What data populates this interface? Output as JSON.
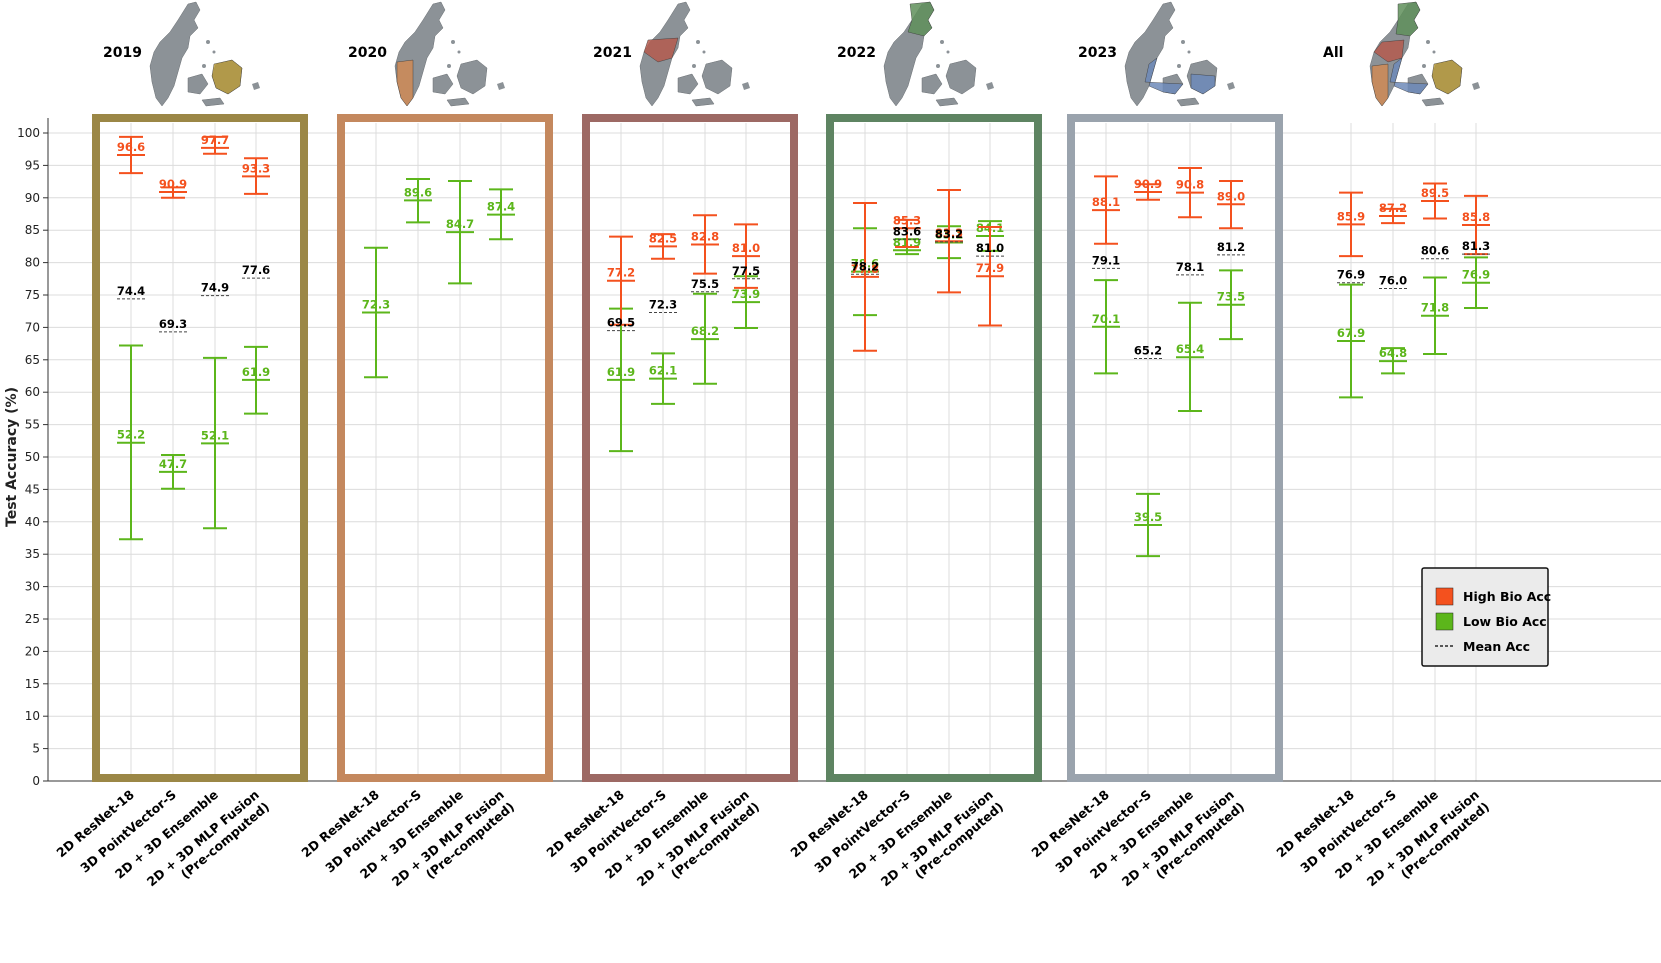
{
  "chart_data": {
    "type": "errorbar",
    "ylabel": "Test Accuracy (%)",
    "ylim": [
      0,
      100
    ],
    "yticks": [
      0,
      5,
      10,
      15,
      20,
      25,
      30,
      35,
      40,
      45,
      50,
      55,
      60,
      65,
      70,
      75,
      80,
      85,
      90,
      95,
      100
    ],
    "grid": true,
    "legend_position": "right",
    "methods": [
      "2D ResNet-18",
      "3D PointVector-S",
      "2D + 3D Ensemble",
      "2D + 3D MLP Fusion\n(Pre-computed)"
    ],
    "series": [
      {
        "key": "high",
        "name": "High Bio Acc",
        "color": "#f4511e"
      },
      {
        "key": "low",
        "name": "Low Bio Acc",
        "color": "#5cb61b"
      },
      {
        "key": "mean",
        "name": "Mean Acc",
        "color": "#000000"
      }
    ],
    "groups": [
      {
        "title": "2019",
        "frame_color": "#9b8746",
        "map_highlight": "#b79a3c",
        "entries": [
          {
            "high": {
              "v": 96.6,
              "lo": 93.8,
              "hi": 99.4,
              "label": "96.6"
            },
            "low": {
              "v": 52.2,
              "lo": 37.3,
              "hi": 67.2,
              "label": "52.2"
            },
            "mean": {
              "v": 74.4,
              "label": "74.4"
            }
          },
          {
            "high": {
              "v": 90.9,
              "lo": 90.0,
              "hi": 91.6,
              "label": "90.9"
            },
            "low": {
              "v": 47.7,
              "lo": 45.1,
              "hi": 50.3,
              "label": "47.7"
            },
            "mean": {
              "v": 69.3,
              "label": "69.3"
            }
          },
          {
            "high": {
              "v": 97.7,
              "lo": 96.8,
              "hi": 99.4,
              "label": "97.7"
            },
            "low": {
              "v": 52.1,
              "lo": 39.0,
              "hi": 65.3,
              "label": "52.1"
            },
            "mean": {
              "v": 74.9,
              "label": "74.9"
            }
          },
          {
            "high": {
              "v": 93.3,
              "lo": 90.6,
              "hi": 96.1,
              "label": "93.3"
            },
            "low": {
              "v": 61.9,
              "lo": 56.7,
              "hi": 67.0,
              "label": "61.9"
            },
            "mean": {
              "v": 77.6,
              "label": "77.6"
            }
          }
        ]
      },
      {
        "title": "2020",
        "frame_color": "#c4885e",
        "map_highlight": "#cf8a55",
        "entries": [
          {
            "high": null,
            "low": {
              "v": 72.3,
              "lo": 62.3,
              "hi": 82.3,
              "label": "72.3"
            },
            "mean": null
          },
          {
            "high": null,
            "low": {
              "v": 89.6,
              "lo": 86.2,
              "hi": 92.9,
              "label": "89.6"
            },
            "mean": null
          },
          {
            "high": null,
            "low": {
              "v": 84.7,
              "lo": 76.8,
              "hi": 92.6,
              "label": "84.7"
            },
            "mean": null
          },
          {
            "high": null,
            "low": {
              "v": 87.4,
              "lo": 83.6,
              "hi": 91.3,
              "label": "87.4"
            },
            "mean": null
          }
        ]
      },
      {
        "title": "2021",
        "frame_color": "#9d6964",
        "map_highlight": "#b45b4d",
        "entries": [
          {
            "high": {
              "v": 77.2,
              "lo": 70.4,
              "hi": 84.0,
              "label": "77.2"
            },
            "low": {
              "v": 61.9,
              "lo": 50.9,
              "hi": 72.9,
              "label": "61.9"
            },
            "mean": {
              "v": 69.5,
              "label": "69.5"
            }
          },
          {
            "high": {
              "v": 82.5,
              "lo": 80.6,
              "hi": 84.4,
              "label": "82.5"
            },
            "low": {
              "v": 62.1,
              "lo": 58.2,
              "hi": 66.0,
              "label": "62.1"
            },
            "mean": {
              "v": 72.3,
              "label": "72.3"
            }
          },
          {
            "high": {
              "v": 82.8,
              "lo": 78.3,
              "hi": 87.3,
              "label": "82.8"
            },
            "low": {
              "v": 68.2,
              "lo": 61.3,
              "hi": 75.2,
              "label": "68.2"
            },
            "mean": {
              "v": 75.5,
              "label": "75.5"
            }
          },
          {
            "high": {
              "v": 81.0,
              "lo": 76.1,
              "hi": 85.9,
              "label": "81.0"
            },
            "low": {
              "v": 73.9,
              "lo": 69.9,
              "hi": 77.9,
              "label": "73.9"
            },
            "mean": {
              "v": 77.5,
              "label": "77.5"
            }
          }
        ]
      },
      {
        "title": "2022",
        "frame_color": "#5e8462",
        "map_highlight": "#5f8f5a",
        "entries": [
          {
            "high": {
              "v": 77.8,
              "lo": 66.4,
              "hi": 89.2,
              "label": "77.8"
            },
            "low": {
              "v": 78.6,
              "lo": 71.9,
              "hi": 85.3,
              "label": "78.6"
            },
            "mean": {
              "v": 78.2,
              "label": "78.2"
            }
          },
          {
            "high": {
              "v": 85.3,
              "lo": 82.4,
              "hi": 86.6,
              "label": "85.3"
            },
            "low": {
              "v": 81.9,
              "lo": 81.3,
              "hi": 83.6,
              "label": "81.9"
            },
            "mean": {
              "v": 83.6,
              "label": "83.6"
            }
          },
          {
            "high": {
              "v": 83.3,
              "lo": 75.4,
              "hi": 91.2,
              "label": "83.3"
            },
            "low": {
              "v": 83.1,
              "lo": 80.7,
              "hi": 85.6,
              "label": "83.1"
            },
            "mean": {
              "v": 83.2,
              "label": "83.2"
            }
          },
          {
            "high": {
              "v": 77.9,
              "lo": 70.3,
              "hi": 85.5,
              "label": "77.9"
            },
            "low": {
              "v": 84.1,
              "lo": 81.8,
              "hi": 86.4,
              "label": "84.1"
            },
            "mean": {
              "v": 81.0,
              "label": "81.0"
            }
          }
        ]
      },
      {
        "title": "2023",
        "frame_color": "#9aa3ad",
        "map_highlight": "#6d89b8",
        "entries": [
          {
            "high": {
              "v": 88.1,
              "lo": 82.9,
              "hi": 93.3,
              "label": "88.1"
            },
            "low": {
              "v": 70.1,
              "lo": 62.9,
              "hi": 77.3,
              "label": "70.1"
            },
            "mean": {
              "v": 79.1,
              "label": "79.1"
            }
          },
          {
            "high": {
              "v": 90.9,
              "lo": 89.7,
              "hi": 92.1,
              "label": "90.9"
            },
            "low": {
              "v": 39.5,
              "lo": 34.7,
              "hi": 44.3,
              "label": "39.5"
            },
            "mean": {
              "v": 65.2,
              "label": "65.2"
            }
          },
          {
            "high": {
              "v": 90.8,
              "lo": 87.0,
              "hi": 94.6,
              "label": "90.8"
            },
            "low": {
              "v": 65.4,
              "lo": 57.1,
              "hi": 73.8,
              "label": "65.4"
            },
            "mean": {
              "v": 78.1,
              "label": "78.1"
            }
          },
          {
            "high": {
              "v": 89.0,
              "lo": 85.3,
              "hi": 92.6,
              "label": "89.0"
            },
            "low": {
              "v": 73.5,
              "lo": 68.2,
              "hi": 78.8,
              "label": "73.5"
            },
            "mean": {
              "v": 81.2,
              "label": "81.2"
            }
          }
        ]
      },
      {
        "title": "All",
        "frame_color": null,
        "map_highlight": "multi",
        "entries": [
          {
            "high": {
              "v": 85.9,
              "lo": 81.0,
              "hi": 90.8,
              "label": "85.9"
            },
            "low": {
              "v": 67.9,
              "lo": 59.2,
              "hi": 76.6,
              "label": "67.9"
            },
            "mean": {
              "v": 76.9,
              "label": "76.9"
            }
          },
          {
            "high": {
              "v": 87.2,
              "lo": 86.1,
              "hi": 88.3,
              "label": "87.2"
            },
            "low": {
              "v": 64.8,
              "lo": 62.9,
              "hi": 66.8,
              "label": "64.8"
            },
            "mean": {
              "v": 76.0,
              "label": "76.0"
            }
          },
          {
            "high": {
              "v": 89.5,
              "lo": 86.8,
              "hi": 92.2,
              "label": "89.5"
            },
            "low": {
              "v": 71.8,
              "lo": 65.9,
              "hi": 77.7,
              "label": "71.8"
            },
            "mean": {
              "v": 80.6,
              "label": "80.6"
            }
          },
          {
            "high": {
              "v": 85.8,
              "lo": 81.3,
              "hi": 90.3,
              "label": "85.8"
            },
            "low": {
              "v": 76.9,
              "lo": 73.0,
              "hi": 80.8,
              "label": "76.9"
            },
            "mean": {
              "v": 81.3,
              "label": "81.3"
            }
          }
        ]
      }
    ]
  }
}
